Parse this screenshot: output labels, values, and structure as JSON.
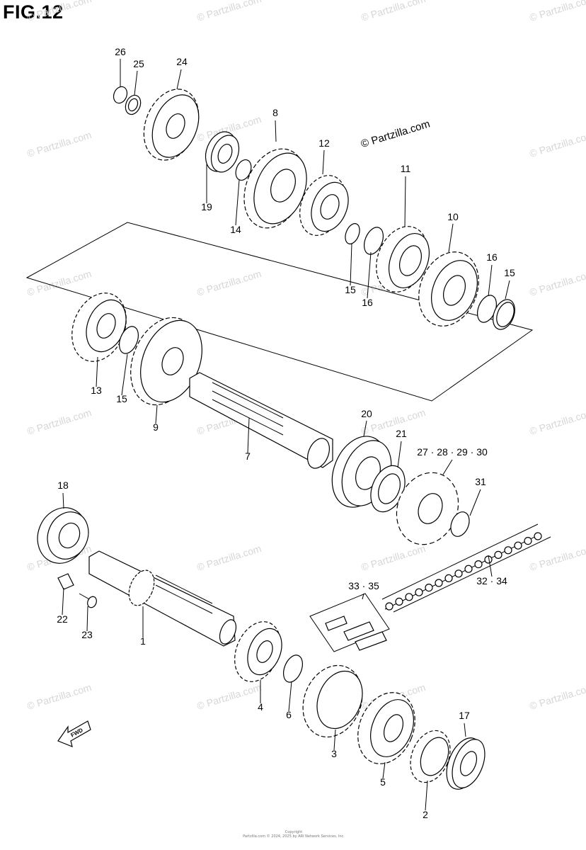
{
  "title": "FIG.12",
  "watermark": "© Partzilla.com",
  "copyright_main": "© Partzilla.com",
  "fwd_label": "FWD",
  "footer_lines": [
    "Copyright",
    "Partzilla.com © 2024, 2025 by ARI Network Services, Inc."
  ],
  "callouts": [
    "26",
    "25",
    "24",
    "8",
    "12",
    "19",
    "14",
    "11",
    "10",
    "15",
    "16",
    "16",
    "15",
    "13",
    "15",
    "9",
    "7",
    "20",
    "21",
    "27 · 28 · 29 · 30",
    "31",
    "18",
    "22",
    "23",
    "1",
    "33 · 35",
    "32 · 34",
    "4",
    "6",
    "3",
    "5",
    "17",
    "2"
  ]
}
